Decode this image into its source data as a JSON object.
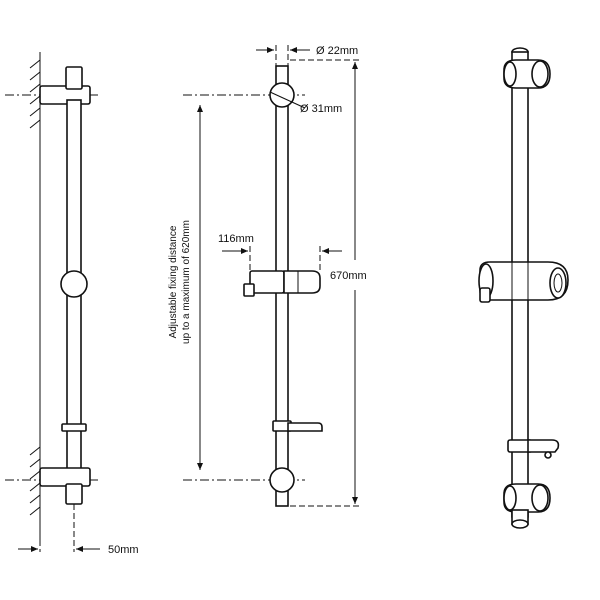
{
  "dimensions": {
    "bar_diameter": "Ø 22mm",
    "bracket_diameter": "Ø 31mm",
    "holder_width": "116mm",
    "total_length": "670mm",
    "wall_offset": "50mm"
  },
  "fixing_note": {
    "line1": "Adjustable fixing distance",
    "line2": "up to a maximum of 620mm"
  },
  "views": [
    "side-view",
    "front-view",
    "perspective-view"
  ]
}
